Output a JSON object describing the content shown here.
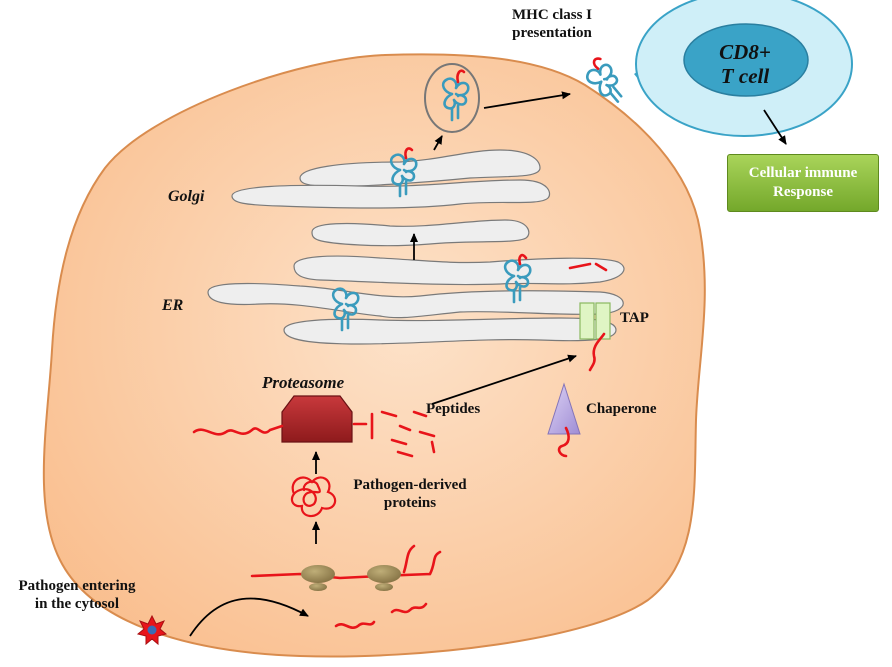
{
  "labels": {
    "mhc": "MHC class I\npresentation",
    "golgi": "Golgi",
    "er": "ER",
    "tap": "TAP",
    "proteasome": "Proteasome",
    "peptides": "Peptides",
    "chaperone": "Chaperone",
    "pathogen_proteins": "Pathogen-derived\nproteins",
    "pathogen_entering": "Pathogen entering\nin the cytosol",
    "tcell": "CD8+\nT cell",
    "response": "Cellular immune\nResponse"
  },
  "colors": {
    "cell_fill": "#fbc9a0",
    "cell_stroke": "#d98c4e",
    "membrane": "#eeeeee",
    "peptide": "#e8141a",
    "mhc": "#3a9bbd",
    "proteasome": "#b8282a",
    "tap": "#dff5c4",
    "chaperone": "#b9a9e0",
    "ribosome": "#9c8a57",
    "tcell_outer": "#bfe9f5",
    "tcell_inner": "#3aa3c7",
    "response": "#8cbf3d"
  },
  "icons": [
    "mhc-molecule-icon",
    "proteasome-icon",
    "chaperone-icon",
    "pathogen-icon",
    "ribosome-icon",
    "tap-transporter-icon"
  ]
}
